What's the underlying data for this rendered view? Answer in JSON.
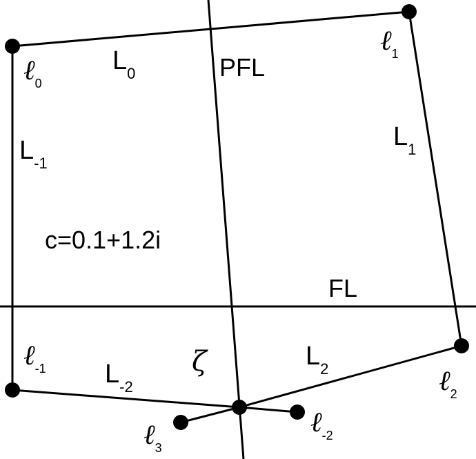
{
  "diagram": {
    "parameter": "c=0.1+1.2i",
    "fixed_point": "ζ",
    "lines": {
      "FL": "FL",
      "PFL": "PFL"
    },
    "segments": {
      "L0": {
        "base": "L",
        "sub": "0"
      },
      "L1": {
        "base": "L",
        "sub": "1"
      },
      "Lm1": {
        "base": "L",
        "sub": "-1"
      },
      "L2": {
        "base": "L",
        "sub": "2"
      },
      "Lm2": {
        "base": "L",
        "sub": "-2"
      }
    },
    "points": {
      "l0": {
        "base": "ℓ",
        "sub": "0"
      },
      "l1": {
        "base": "ℓ",
        "sub": "1"
      },
      "lm1": {
        "base": "ℓ",
        "sub": "-1"
      },
      "l2": {
        "base": "ℓ",
        "sub": "2"
      },
      "l3": {
        "base": "ℓ",
        "sub": "3"
      },
      "lm2": {
        "base": "ℓ",
        "sub": "-2"
      }
    }
  }
}
